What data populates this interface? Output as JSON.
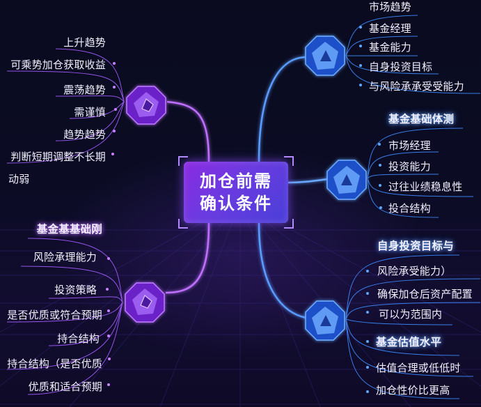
{
  "center": {
    "line1": "加仓前需",
    "line2": "确认条件"
  },
  "colors": {
    "purple": "#a64dff",
    "blue": "#3d8bff",
    "background": "#0a0b1e",
    "center_box": "#6a3be0"
  },
  "branches": {
    "top_left": {
      "color": "purple",
      "icon": "purple-gem-node",
      "items": [
        "上升趋势",
        "可乘势加仓获取收益",
        "震荡趋势",
        "需谨慎",
        "趋势趋势",
        "判断短期调整不长期",
        "动弱"
      ]
    },
    "bottom_left": {
      "color": "purple",
      "icon": "purple-gem-node",
      "title": "基金基基础刚",
      "items": [
        "风险承理能力",
        "投资策略",
        "是否优质或符合预期",
        "持合结构",
        "持合结构（是否优质",
        "优质和适合预期"
      ]
    },
    "top_right": {
      "color": "blue",
      "icon": "blue-gem-node",
      "items": [
        "市场趋势",
        "基金经理",
        "基金能力",
        "自身投资目标",
        "与风险承承受受能力"
      ]
    },
    "middle_right": {
      "color": "blue",
      "icon": "blue-gem-node",
      "title": "基金基础体测",
      "items": [
        "市场经理",
        "投资能力",
        "过往业绩稳息性",
        "投合结构"
      ]
    },
    "bottom_right": {
      "color": "blue",
      "icon": "blue-gem-node",
      "title": "自身投资目标与",
      "items": [
        "风险承受能力）",
        "确保加仓后资产配置",
        "可以为范围内"
      ],
      "title2": "基金估值水平",
      "items2": [
        "估值合理或低低时",
        "加仓性价比更高"
      ]
    }
  }
}
